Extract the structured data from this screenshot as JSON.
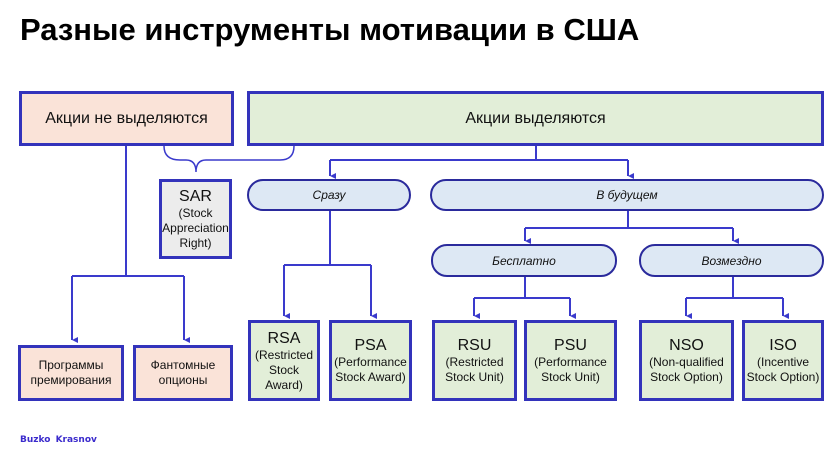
{
  "title": "Разные инструменты мотивации в США",
  "top": {
    "not_issued": "Акции не выделяются",
    "issued": "Акции выделяются"
  },
  "sar": {
    "abbr": "SAR",
    "line1": "(Stock",
    "line2": "Appreciation",
    "line3": "Right)"
  },
  "branches": {
    "now": "Сразу",
    "future": "В будущем",
    "free": "Бесплатно",
    "paid": "Возмездно"
  },
  "leaves": {
    "bonus": {
      "line1": "Программы",
      "line2": "премирования"
    },
    "phantom": {
      "line1": "Фантомные",
      "line2": "опционы"
    },
    "rsa": {
      "abbr": "RSA",
      "line1": "(Restricted",
      "line2": "Stock",
      "line3": "Award)"
    },
    "psa": {
      "abbr": "PSA",
      "line1": "(Performance",
      "line2": "Stock Award)"
    },
    "rsu": {
      "abbr": "RSU",
      "line1": "(Restricted",
      "line2": "Stock Unit)"
    },
    "psu": {
      "abbr": "PSU",
      "line1": "(Performance",
      "line2": "Stock Unit)"
    },
    "nso": {
      "abbr": "NSO",
      "line1": "(Non-qualified",
      "line2": "Stock Option)"
    },
    "iso": {
      "abbr": "ISO",
      "line1": "(Incentive",
      "line2": "Stock Option)"
    }
  },
  "footer": "Buzko Krasnov",
  "colors": {
    "border": "#3333bb",
    "pink": "#fae3d8",
    "green": "#e2eed8",
    "gray": "#ececec",
    "pill": "#dde8f4"
  }
}
